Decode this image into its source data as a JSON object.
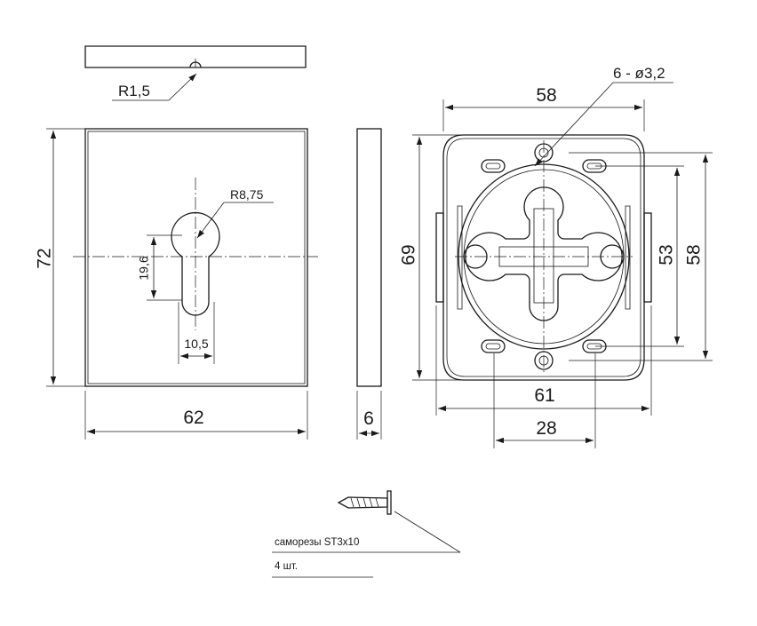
{
  "dimensions": {
    "edge_radius": "R1,5",
    "plate_height": "72",
    "plate_width": "62",
    "plate_thickness": "6",
    "keyhole_radius": "R8,75",
    "keyhole_offset": "19,6",
    "keyhole_slot_width": "10,5",
    "holes": "6 - ø3,2",
    "base_top_width": "58",
    "base_height": "69",
    "base_inner_height": "53",
    "base_right_height": "58",
    "base_bottom_width": "61",
    "base_hole_spacing": "28"
  },
  "screws": {
    "label": "саморезы ST3x10",
    "quantity": "4 шт."
  }
}
